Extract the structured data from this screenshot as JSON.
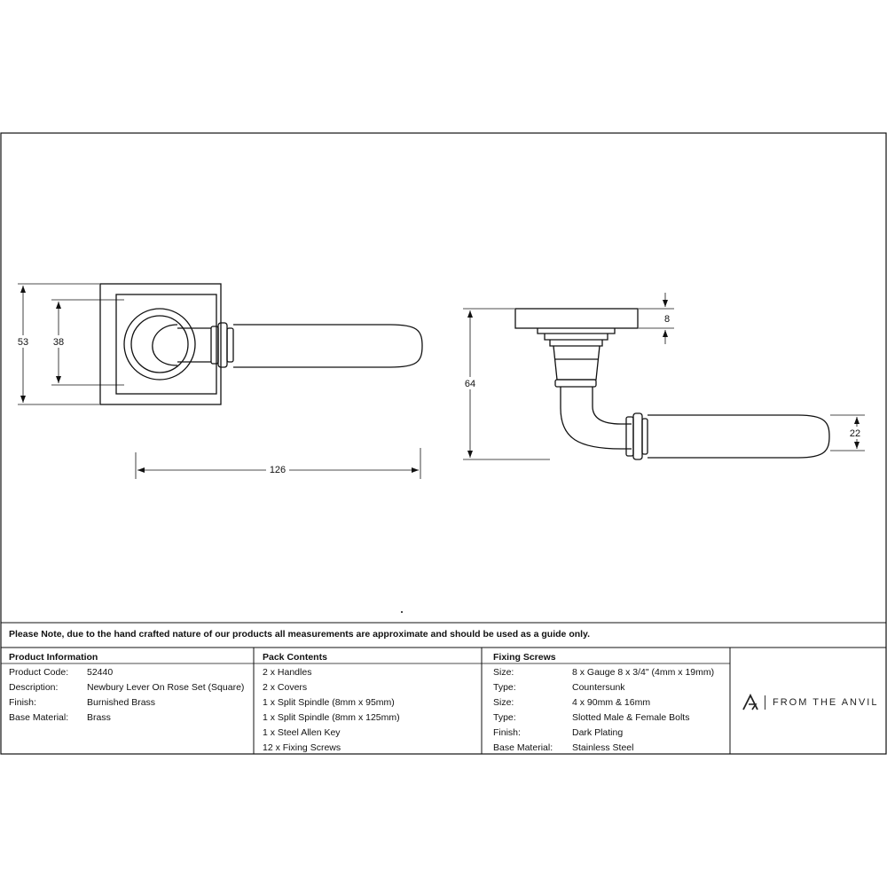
{
  "dimensions": {
    "rose_outer": "53",
    "rose_inner": "38",
    "length": "126",
    "height": "64",
    "rose_depth": "8",
    "lever_dia": "22"
  },
  "note": "Please Note, due to the hand crafted nature of our products all measurements are approximate and should be used as a guide only.",
  "product_info": {
    "heading": "Product Information",
    "rows": [
      {
        "label": "Product Code:",
        "value": "52440"
      },
      {
        "label": "Description:",
        "value": "Newbury Lever On Rose Set (Square)"
      },
      {
        "label": "Finish:",
        "value": "Burnished Brass"
      },
      {
        "label": "Base Material:",
        "value": "Brass"
      }
    ]
  },
  "pack_contents": {
    "heading": "Pack Contents",
    "items": [
      "2 x Handles",
      "2 x Covers",
      "1 x Split Spindle (8mm x 95mm)",
      "1 x Split Spindle (8mm x 125mm)",
      "1 x Steel Allen Key",
      "12 x Fixing Screws"
    ]
  },
  "fixing_screws": {
    "heading": "Fixing Screws",
    "rows": [
      {
        "label": "Size:",
        "value": "8 x Gauge 8 x 3/4\" (4mm x 19mm)"
      },
      {
        "label": "Type:",
        "value": "Countersunk"
      },
      {
        "label": "Size:",
        "value": "4 x 90mm & 16mm"
      },
      {
        "label": "Type:",
        "value": "Slotted Male & Female Bolts"
      },
      {
        "label": "Finish:",
        "value": "Dark Plating"
      },
      {
        "label": "Base Material:",
        "value": "Stainless Steel"
      }
    ]
  },
  "brand": {
    "name": "FROM THE ANVIL",
    "logo_icon": "anvil-a-logo-icon"
  }
}
